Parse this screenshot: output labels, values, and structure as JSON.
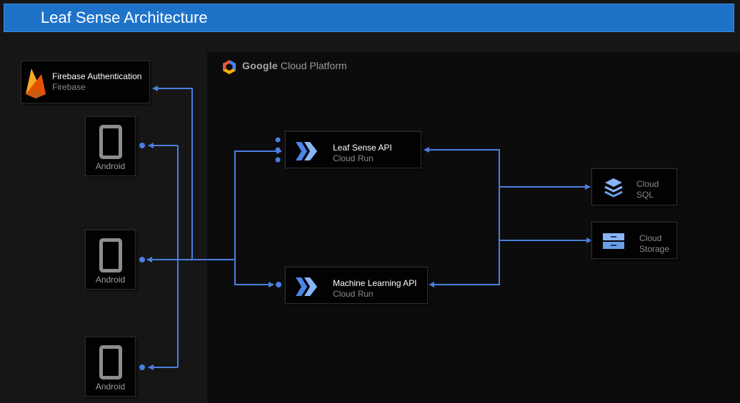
{
  "header": {
    "title": "Leaf Sense Architecture"
  },
  "gcp": {
    "brand": "Google",
    "product": "Cloud Platform"
  },
  "firebase": {
    "title": "Firebase Authentication",
    "subtitle": "Firebase",
    "icon": "firebase-flame-icon"
  },
  "android_clients": [
    {
      "label": "Android",
      "icon": "phone-icon"
    },
    {
      "label": "Android",
      "icon": "phone-icon"
    },
    {
      "label": "Android",
      "icon": "phone-icon"
    }
  ],
  "services": {
    "leaf_api": {
      "title": "Leaf Sense API",
      "subtitle": "Cloud Run",
      "icon": "cloud-run-icon"
    },
    "ml_api": {
      "title": "Machine Learning API",
      "subtitle": "Cloud Run",
      "icon": "cloud-run-icon"
    },
    "cloud_sql": {
      "line1": "Cloud",
      "line2": "SQL",
      "icon": "cloud-sql-icon"
    },
    "cloud_storage": {
      "line1": "Cloud",
      "line2": "Storage",
      "icon": "cloud-storage-icon"
    }
  },
  "colors": {
    "header": "#1e73c9",
    "connector": "#4a7fe0",
    "firebase_orange": "#f58220",
    "cloud_blue": "#6a9ee8"
  }
}
